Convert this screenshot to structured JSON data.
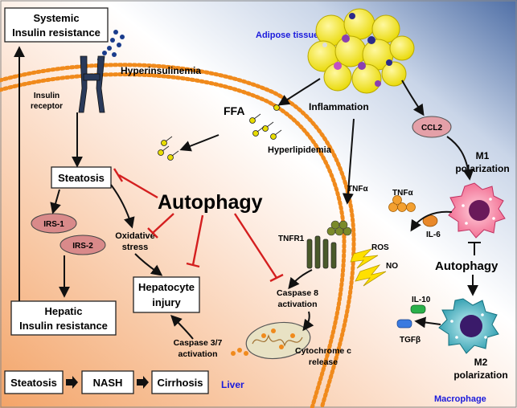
{
  "boxes": {
    "systemic": [
      "Systemic",
      "Insulin resistance"
    ],
    "steatosis": "Steatosis",
    "hepatocyte": [
      "Hepatocyte",
      "injury"
    ],
    "hepatic": [
      "Hepatic",
      "Insulin resistance"
    ],
    "progression": [
      "Steatosis",
      "NASH",
      "Cirrhosis"
    ]
  },
  "labels": {
    "hyperinsulinemia": "Hyperinsulinemia",
    "insulin_receptor": [
      "Insulin",
      "receptor"
    ],
    "adipose_tissue": "Adipose tissue",
    "ffa": "FFA",
    "inflammation": "Inflammation",
    "hyperlipidemia": "Hyperlipidemia",
    "ccl2": "CCL2",
    "m1": [
      "M1",
      "polarization"
    ],
    "autophagy_main": "Autophagy",
    "autophagy_macro": "Autophagy",
    "irs1": "IRS-1",
    "irs2": "IRS-2",
    "oxidative": [
      "Oxidative",
      "stress"
    ],
    "tnfa_cell": "TNFα",
    "tnfr1": "TNFR1",
    "ros": "ROS",
    "no": "NO",
    "tnfa_macro": "TNFα",
    "il6": "IL-6",
    "caspase8": [
      "Caspase 8",
      "activation"
    ],
    "caspase37": [
      "Caspase 3/7",
      "activation"
    ],
    "cytochrome": [
      "Cytochrome c",
      "release"
    ],
    "il10": "IL-10",
    "tgfb": "TGFβ",
    "m2": [
      "M2",
      "polarization"
    ],
    "liver": "Liver",
    "macrophage": "Macrophage"
  },
  "colors": {
    "membrane": "#e8891e",
    "inhibit": "#d41f1f",
    "blue_text": "#1a1adc",
    "irs_fill": "#d98a8a",
    "ccl2_fill": "#e4a0a8",
    "m1_fill": "#f26d8c",
    "m2_fill": "#2aa0b0"
  }
}
